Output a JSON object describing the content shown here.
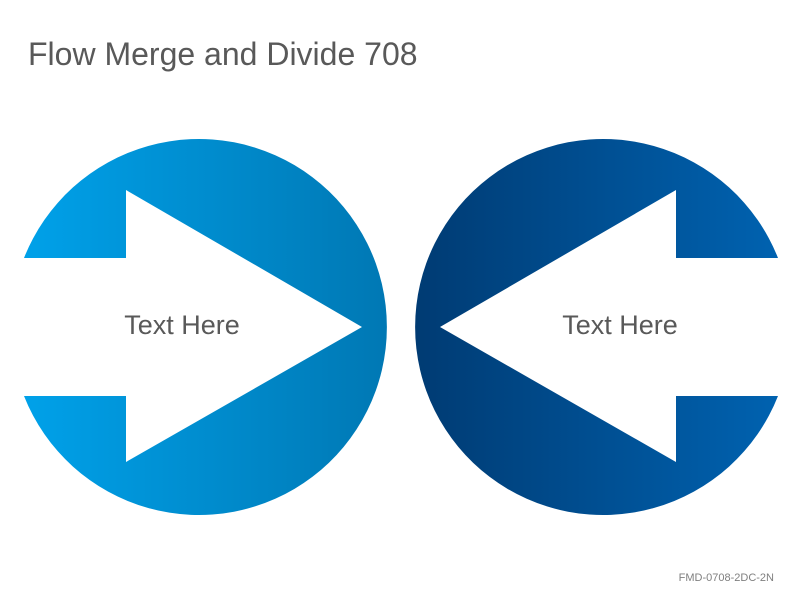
{
  "title": "Flow Merge and Divide 708",
  "shapes": [
    {
      "label": "Text Here",
      "gradient": [
        "#00a1e9",
        "#0078b4"
      ]
    },
    {
      "label": "Text Here",
      "gradient": [
        "#003b73",
        "#0062b0"
      ]
    }
  ],
  "footer_code": "FMD-0708-2DC-2N"
}
